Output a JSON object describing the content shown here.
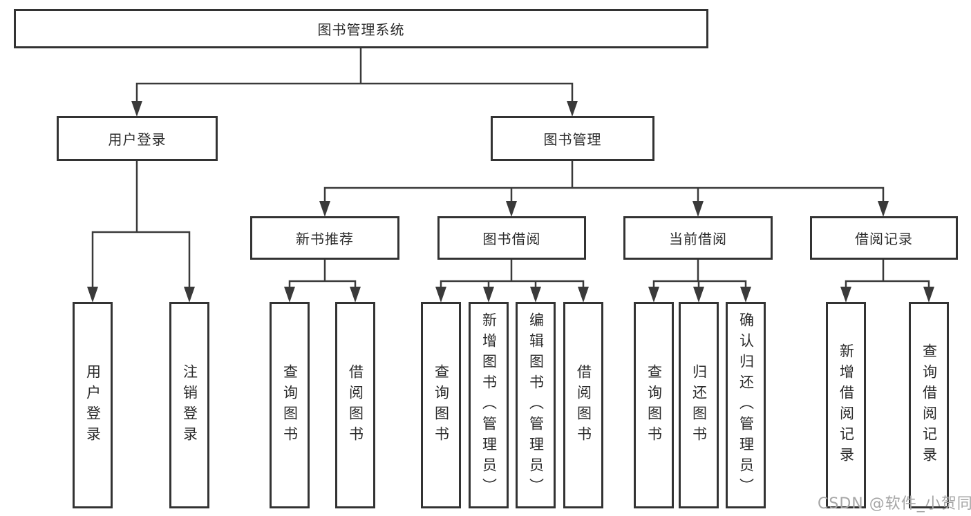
{
  "tree": {
    "root": {
      "label": "图书管理系统",
      "children": [
        {
          "label": "用户登录",
          "children": [
            {
              "label": "用户登录"
            },
            {
              "label": "注销登录"
            }
          ]
        },
        {
          "label": "图书管理",
          "children": [
            {
              "label": "新书推荐",
              "children": [
                {
                  "label": "查询图书"
                },
                {
                  "label": "借阅图书"
                }
              ]
            },
            {
              "label": "图书借阅",
              "children": [
                {
                  "label": "查询图书"
                },
                {
                  "label": "新增图书（管理员）"
                },
                {
                  "label": "编辑图书（管理员）"
                },
                {
                  "label": "借阅图书"
                }
              ]
            },
            {
              "label": "当前借阅",
              "children": [
                {
                  "label": "查询图书"
                },
                {
                  "label": "归还图书"
                },
                {
                  "label": "确认归还（管理员）"
                }
              ]
            },
            {
              "label": "借阅记录",
              "children": [
                {
                  "label": "新增借阅记录"
                },
                {
                  "label": "查询借阅记录"
                }
              ]
            }
          ]
        }
      ]
    }
  },
  "watermark": {
    "text": "CSDN @软件_小贺同学"
  },
  "colors": {
    "line": "#3a3a3a",
    "box_border": "#333333",
    "text": "#2b2b2b",
    "watermark": "#a6a6a6",
    "background": "#ffffff"
  }
}
